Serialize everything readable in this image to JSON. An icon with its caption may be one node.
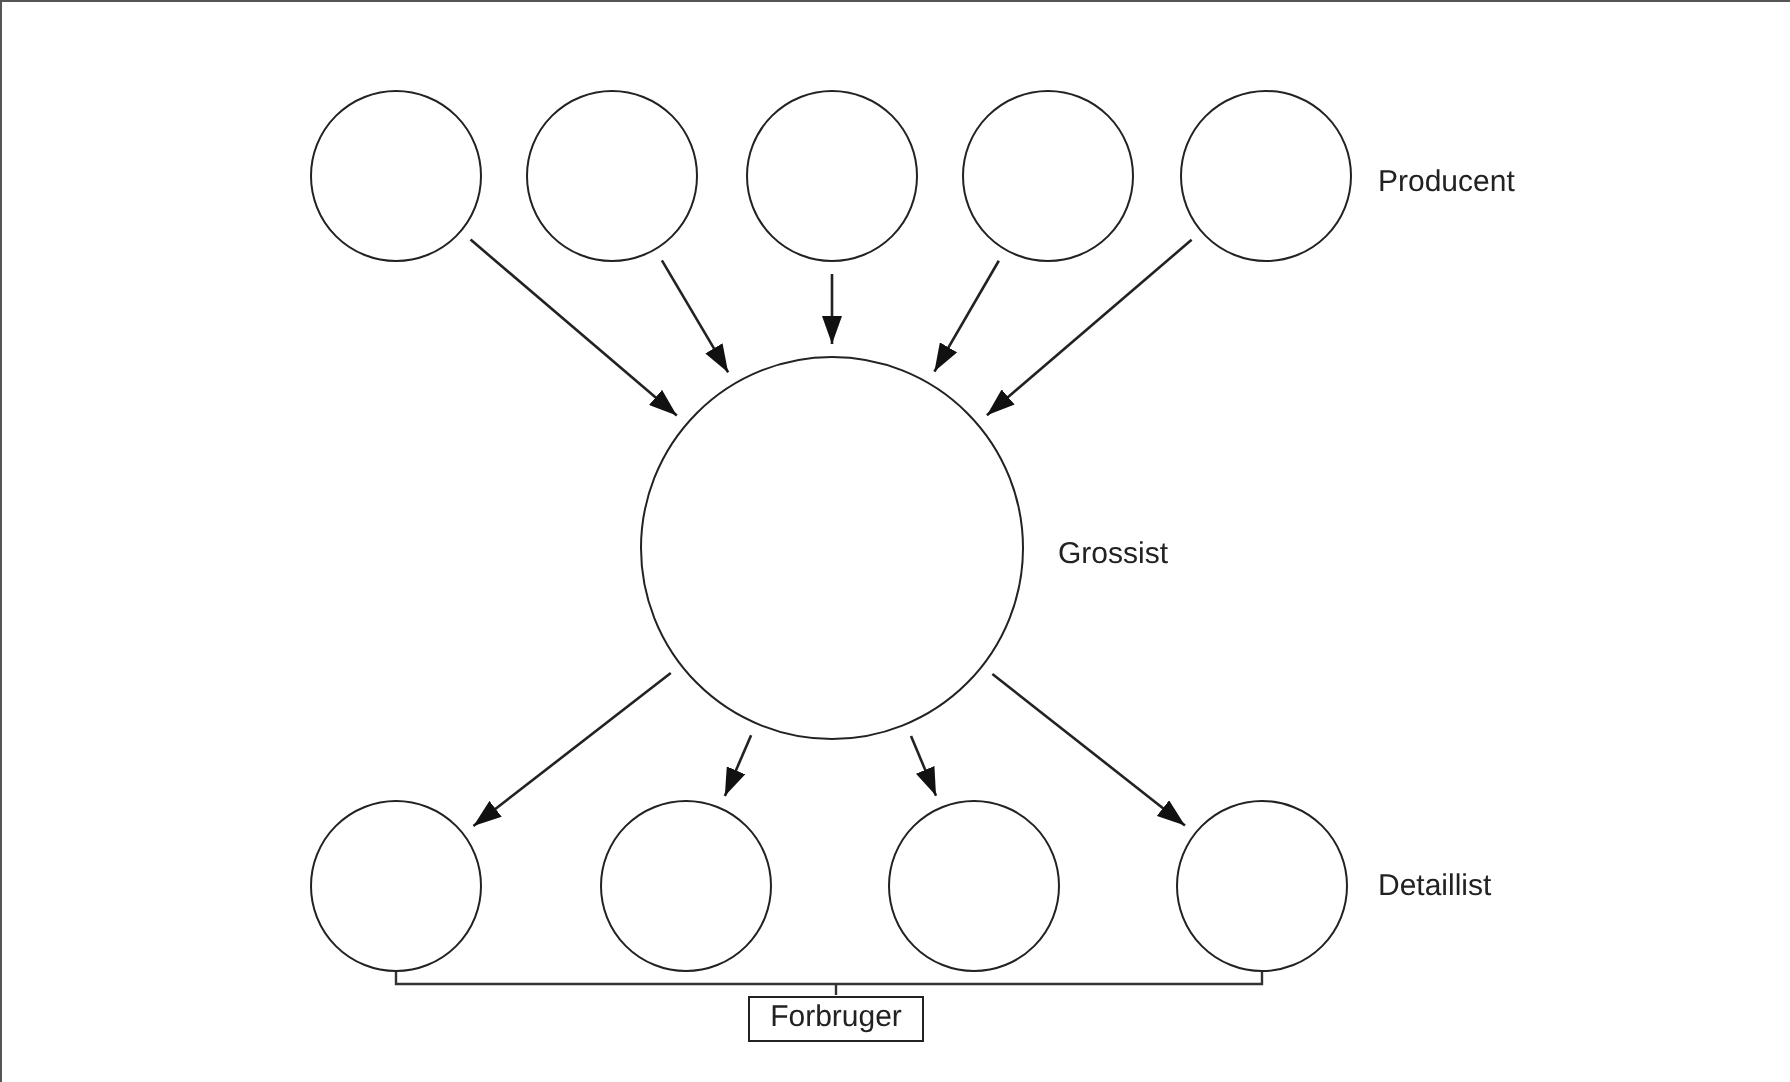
{
  "diagram": {
    "nodes": [
      {
        "text": [],
        "shape": "circle"
      },
      {
        "text": [],
        "shape": "circle"
      },
      {
        "text": [],
        "shape": "circle"
      },
      {
        "text": [],
        "shape": "circle"
      },
      {
        "text": [],
        "shape": "circle",
        "beside": [
          "Producent"
        ]
      },
      {
        "text": [],
        "shape": "circle",
        "beside": [
          "Grossist"
        ]
      },
      {
        "text": [],
        "shape": "circle"
      },
      {
        "text": [],
        "shape": "circle"
      },
      {
        "text": [],
        "shape": "circle"
      },
      {
        "text": [],
        "shape": "circle",
        "beside": [
          "Detaillist"
        ]
      },
      {
        "text": [
          "Forbruger"
        ]
      }
    ],
    "edges": [
      {
        "from": 0,
        "to": 5,
        "arrow": "to"
      },
      {
        "from": 1,
        "to": 5,
        "arrow": "to"
      },
      {
        "from": 2,
        "to": 5,
        "arrow": "to"
      },
      {
        "from": 3,
        "to": 5,
        "arrow": "to"
      },
      {
        "from": 4,
        "to": 5,
        "arrow": "to"
      },
      {
        "from": 5,
        "to": 6,
        "arrow": "to"
      },
      {
        "from": 5,
        "to": 7,
        "arrow": "to"
      },
      {
        "from": 5,
        "to": 8,
        "arrow": "to"
      },
      {
        "from": 5,
        "to": 9,
        "arrow": "to"
      }
    ]
  }
}
